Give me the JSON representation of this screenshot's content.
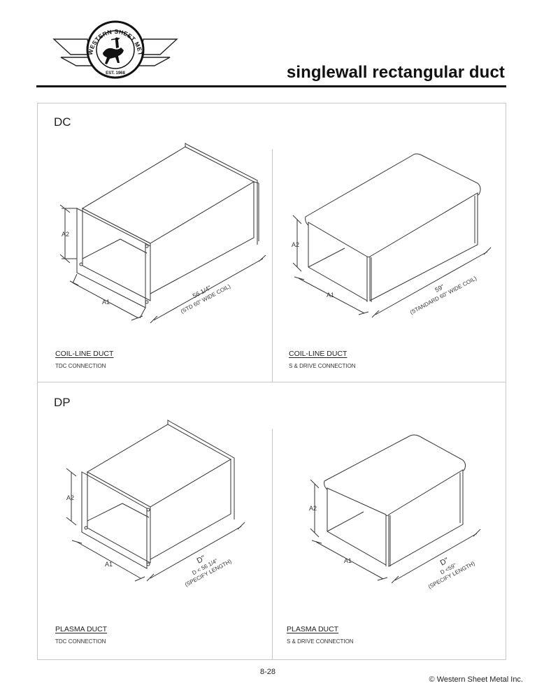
{
  "header": {
    "logo": {
      "arc_text": "WESTERN SHEET METAL INC",
      "est_text": "EST. 1968"
    },
    "title": "singlewall rectangular duct"
  },
  "sections": [
    {
      "label": "DC",
      "drawings": [
        {
          "caption_title": "COIL-LINE DUCT",
          "caption_sub": "TDC CONNECTION",
          "dim_height": "A2",
          "dim_width": "A1",
          "dim_length": "56 1/4\"",
          "dim_length_note": "(STD 60\" WIDE COIL)"
        },
        {
          "caption_title": "COIL-LINE DUCT",
          "caption_sub": "S & DRIVE CONNECTION",
          "dim_height": "A2",
          "dim_width": "A1",
          "dim_length": "59\"",
          "dim_length_note": "(STANDARD 60\" WIDE COIL)"
        }
      ]
    },
    {
      "label": "DP",
      "drawings": [
        {
          "caption_title": "PLASMA DUCT",
          "caption_sub": "TDC CONNECTION",
          "dim_height": "A2",
          "dim_width": "A1",
          "dim_length": "D\"",
          "dim_length_note": "D < 56 1/4\"",
          "dim_length_note2": "(SPECIFY LENGTH)"
        },
        {
          "caption_title": "PLASMA DUCT",
          "caption_sub": "S & DRIVE CONNECTION",
          "dim_height": "A2",
          "dim_width": "A1",
          "dim_length": "D\"",
          "dim_length_note": "D <59\"",
          "dim_length_note2": "(SPECIFY LENGTH)"
        }
      ]
    }
  ],
  "footer": {
    "page_number": "8-28",
    "copyright": "© Western Sheet Metal Inc."
  }
}
